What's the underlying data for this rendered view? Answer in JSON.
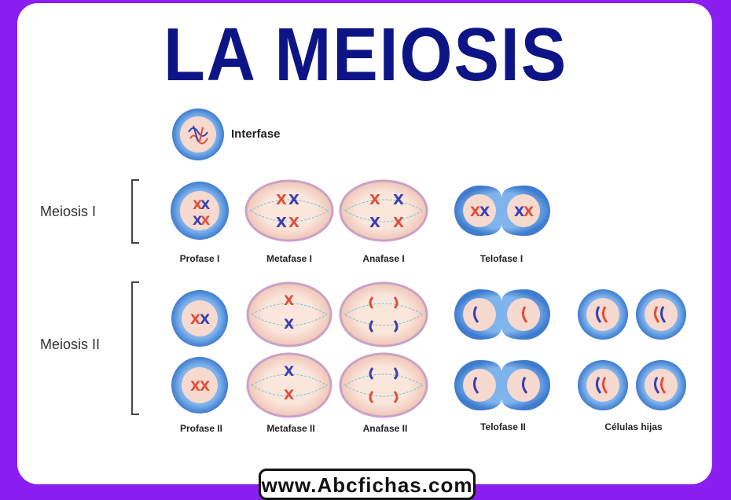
{
  "title": "LA MEIOSIS",
  "interfase_label": "Interfase",
  "groups": {
    "meiosis1": "Meiosis I",
    "meiosis2": "Meiosis II"
  },
  "stages": {
    "profase1": "Profase I",
    "metafase1": "Metafase I",
    "anafase1": "Anafase I",
    "telofase1": "Telofase I",
    "profase2": "Profase II",
    "metafase2": "Metafase II",
    "anafase2": "Anafase II",
    "telofase2": "Telofase II",
    "celulas_hijas": "Células hijas"
  },
  "footer": "www.Abcfichas.com",
  "colors": {
    "background": "#8a1ef0",
    "title": "#0d1586",
    "cell_outer": "#4f8fd8",
    "cell_inner": "#f6d9cf",
    "chromosome_red": "#e0503a",
    "chromosome_blue": "#3a3fb0"
  }
}
